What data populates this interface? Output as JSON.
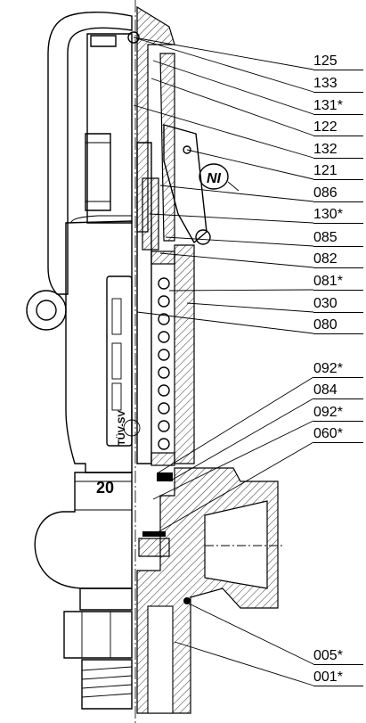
{
  "diagram": {
    "part_labels": [
      "125",
      "133",
      "131*",
      "122",
      "132",
      "121",
      "086",
      "130*",
      "085",
      "082",
      "081*",
      "030",
      "080",
      "092*",
      "084",
      "092*",
      "060*",
      "005*",
      "001*"
    ],
    "size_marking": "20",
    "body_marking": "TÜV-SV",
    "emblem_text": "NI",
    "line_color": "#000000",
    "background_color": "#ffffff"
  }
}
